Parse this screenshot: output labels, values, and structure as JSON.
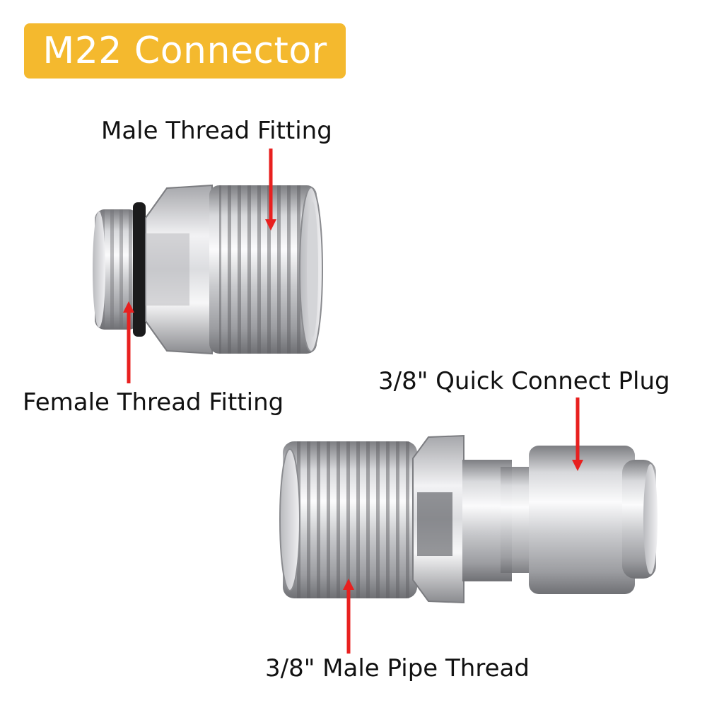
{
  "title": "M22 Connector",
  "labels": {
    "male_thread": "Male Thread Fitting",
    "female_thread": "Female Thread Fitting",
    "quick_connect": "3/8\" Quick Connect Plug",
    "male_pipe": "3/8\" Male Pipe Thread"
  },
  "colors": {
    "badge": "#f4b92e",
    "arrow": "#e8201f",
    "metal_light": "#e9e9eb",
    "metal_dark": "#8e8f93"
  }
}
